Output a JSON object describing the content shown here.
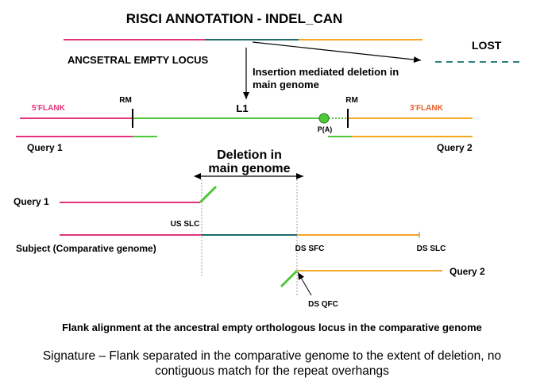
{
  "title": "RISCI ANNOTATION - INDEL_CAN",
  "labels": {
    "ancestral_locus": "ANCSETRAL EMPTY LOCUS",
    "lost": "LOST",
    "insertion_line1": "Insertion mediated deletion in",
    "insertion_line2": "main genome",
    "rm_left": "RM",
    "rm_right": "RM",
    "l1": "L1",
    "five_flank": "5'FLANK",
    "three_flank": "3'FLANK",
    "poly_a": "P(A)",
    "query1_top": "Query  1",
    "query2_top": "Query 2",
    "deletion_line1": "Deletion in",
    "deletion_line2": "main genome",
    "query1_bottom": "Query  1",
    "us_slc": "US SLC",
    "subject": "Subject (Comparative genome)",
    "ds_sfc": "DS SFC",
    "ds_slc": "DS SLC",
    "query2_bottom": "Query 2",
    "ds_qfc": "DS QFC"
  },
  "caption": "Flank alignment at the ancestral empty orthologous locus in the comparative genome",
  "signature": {
    "line1": "Signature – Flank separated in the comparative genome to the extent of deletion, no",
    "line2": "contiguous match for the repeat overhangs"
  },
  "colors": {
    "flank5": "#e0357a",
    "insert": "#1e6b6b",
    "flank3": "#f5a623",
    "l1": "#4fc83a",
    "label_pink": "#e0357a",
    "label_orange": "#e8602c",
    "lost_dash": "#2a8080"
  }
}
